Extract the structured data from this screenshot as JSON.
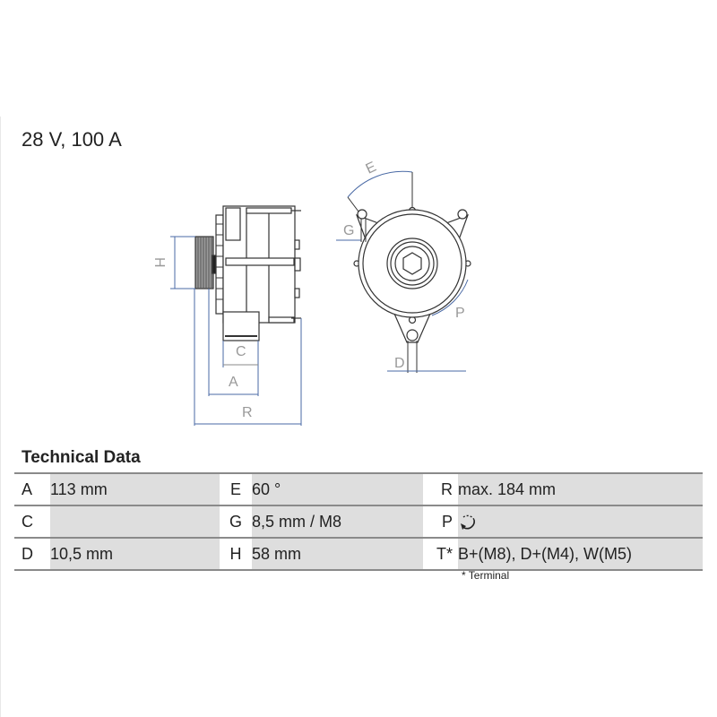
{
  "spec": {
    "title": "28 V, 100 A"
  },
  "diagram": {
    "labels": {
      "H": "H",
      "C": "C",
      "A": "A",
      "R": "R",
      "E": "E",
      "G": "G",
      "D": "D",
      "P": "P"
    },
    "line_color": "#333333",
    "dimension_color": "#4a6aa5"
  },
  "technical_data": {
    "title": "Technical Data",
    "rows": [
      [
        {
          "label": "A",
          "value": "113 mm"
        },
        {
          "label": "E",
          "value": "60 °"
        },
        {
          "label": "R",
          "value": "max. 184 mm"
        }
      ],
      [
        {
          "label": "C",
          "value": ""
        },
        {
          "label": "G",
          "value": "8,5 mm / M8"
        },
        {
          "label": "P",
          "value": "",
          "icon": "rotation-direction-icon"
        }
      ],
      [
        {
          "label": "D",
          "value": "10,5 mm"
        },
        {
          "label": "H",
          "value": "58 mm"
        },
        {
          "label": "T*",
          "value": "B+(M8), D+(M4), W(M5)"
        }
      ]
    ],
    "footnote": "* Terminal",
    "value_bg": "#dedede"
  }
}
